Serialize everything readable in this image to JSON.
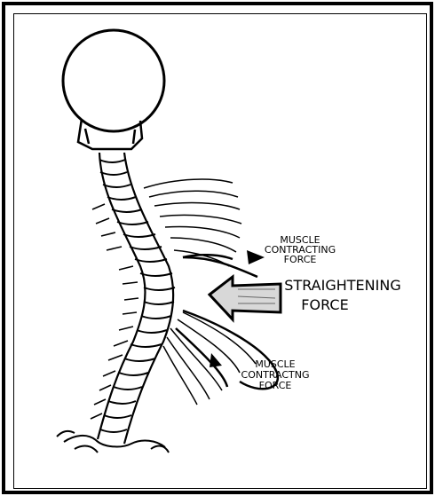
{
  "labels": {
    "muscle_top": [
      "MUSCLE",
      "CONTRACTING",
      "FORCE"
    ],
    "straightening": [
      "STRAIGHTENING",
      "FORCE"
    ],
    "muscle_bottom": [
      "MUSCLE",
      "CONTRACTNG",
      "FORCE"
    ]
  },
  "colors": {
    "ink": "#000000",
    "paper": "#ffffff",
    "arrow_fill": "#d8d8d8"
  }
}
